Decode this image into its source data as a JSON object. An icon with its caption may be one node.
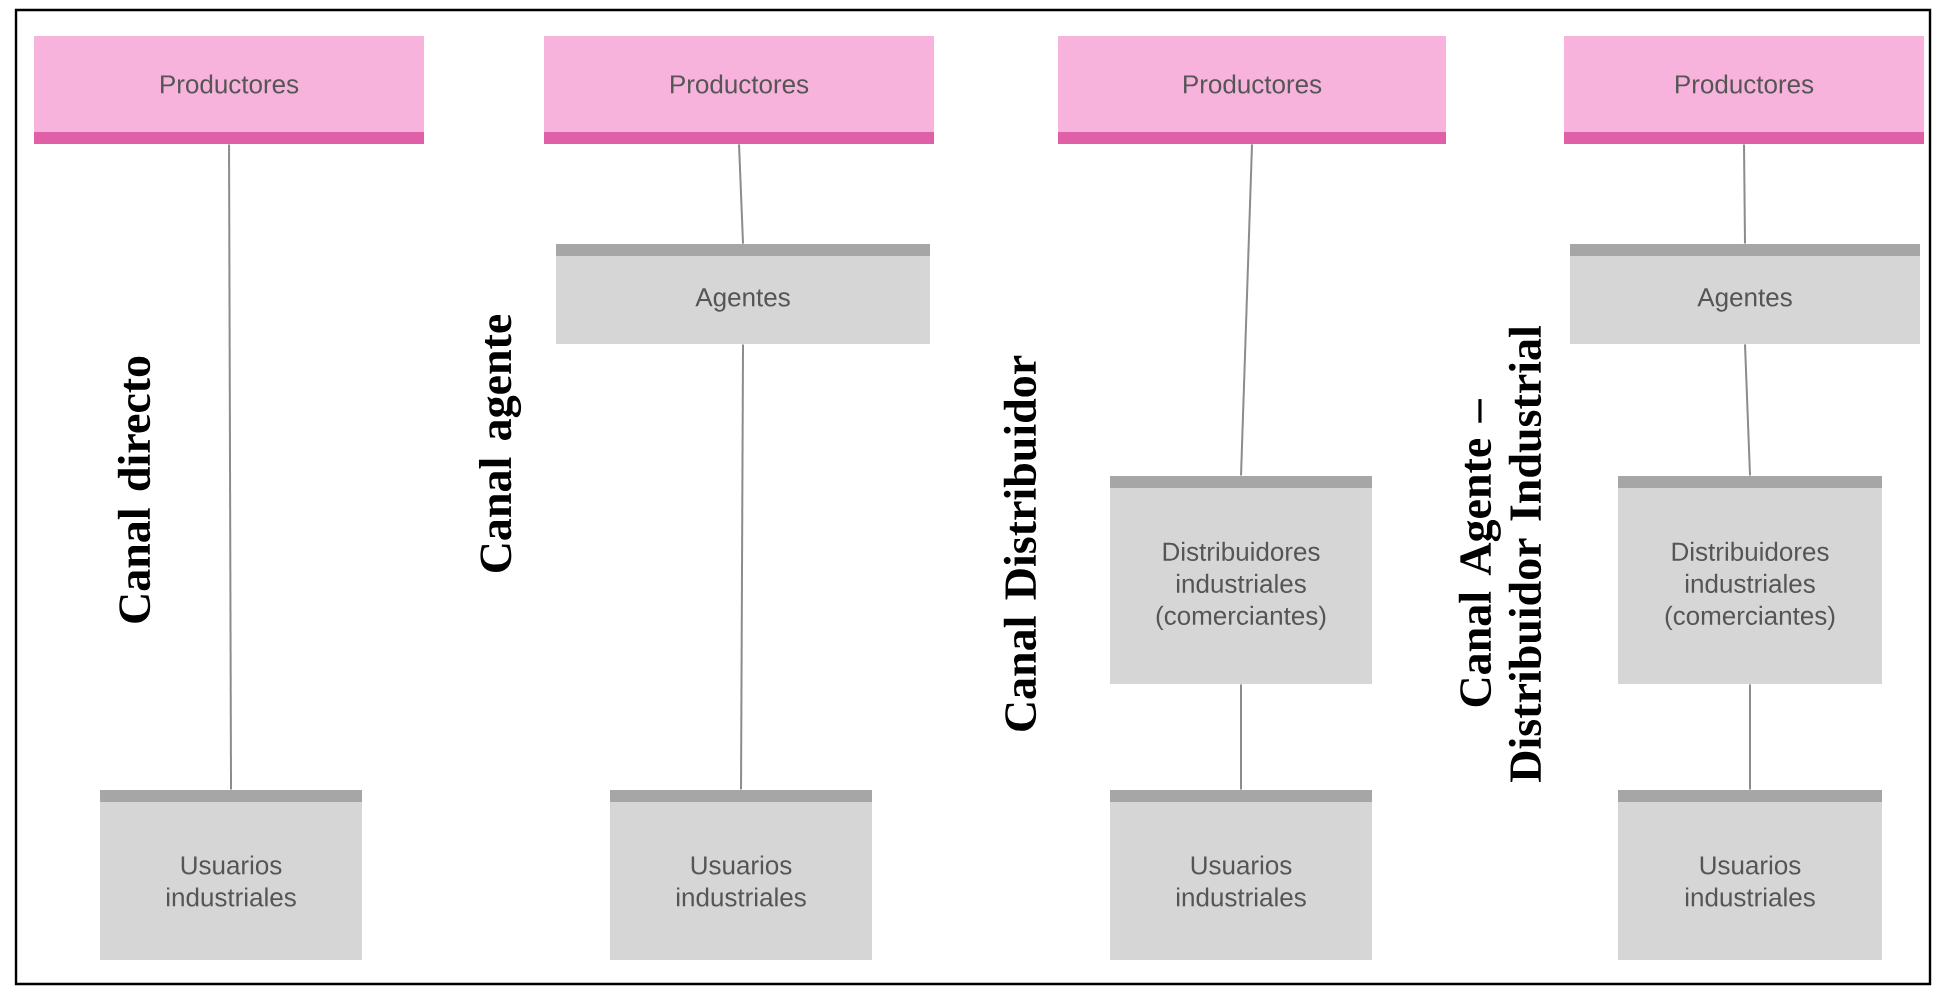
{
  "diagram": {
    "nodes": [
      {
        "text": [
          "Productores"
        ]
      },
      {
        "text": [
          "Usuarios industriales"
        ]
      },
      {
        "text": [
          "Productores"
        ]
      },
      {
        "text": [
          "Agentes"
        ]
      },
      {
        "text": [
          "Usuarios industriales"
        ]
      },
      {
        "text": [
          "Productores"
        ]
      },
      {
        "text": [
          "Distribuidores industriales (comerciantes)"
        ]
      },
      {
        "text": [
          "Usuarios industriales"
        ]
      },
      {
        "text": [
          "Productores"
        ]
      },
      {
        "text": [
          "Agentes"
        ]
      },
      {
        "text": [
          "Distribuidores industriales (comerciantes)"
        ]
      },
      {
        "text": [
          "Usuarios industriales"
        ]
      }
    ],
    "edges": [
      {
        "from": 0,
        "to": 1,
        "arrow": "none"
      },
      {
        "from": 2,
        "to": 3,
        "arrow": "none"
      },
      {
        "from": 3,
        "to": 4,
        "arrow": "none"
      },
      {
        "from": 5,
        "to": 6,
        "arrow": "none"
      },
      {
        "from": 6,
        "to": 7,
        "arrow": "none"
      },
      {
        "from": 8,
        "to": 9,
        "arrow": "none"
      },
      {
        "from": 9,
        "to": 10,
        "arrow": "none"
      },
      {
        "from": 10,
        "to": 11,
        "arrow": "none"
      }
    ],
    "labels": [
      "Canal directo",
      "Canal agente",
      "Canal Distribuidor",
      "Canal Agente – Distribuidor Industrial"
    ]
  }
}
